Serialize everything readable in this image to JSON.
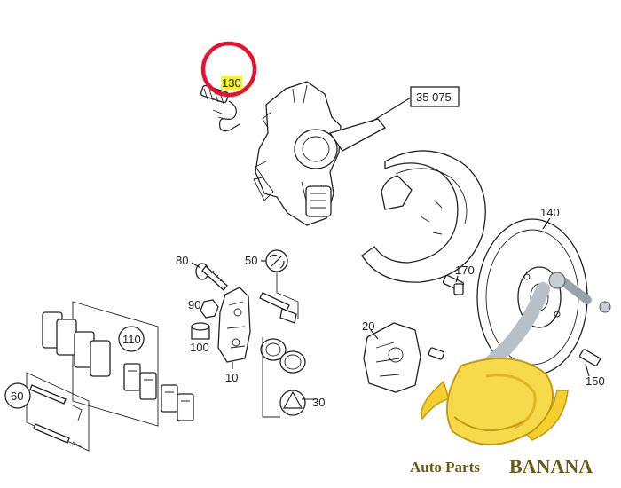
{
  "diagram": {
    "callouts": {
      "c130": "130",
      "c35075": "35 075",
      "c140": "140",
      "c80": "80",
      "c50": "50",
      "c170": "170",
      "c90": "90",
      "c110": "110",
      "c100": "100",
      "c20": "20",
      "c10": "10",
      "c150": "150",
      "c60": "60",
      "c30": "30"
    },
    "highlight": {
      "target": "130",
      "circle_color": "#e8122a",
      "label_fill": "#f6f22a"
    }
  },
  "watermark": {
    "prefix": "Auto Parts ",
    "brand": "BANANA",
    "banana_color": "#f4cf2e",
    "text_color": "#6b5a12"
  }
}
